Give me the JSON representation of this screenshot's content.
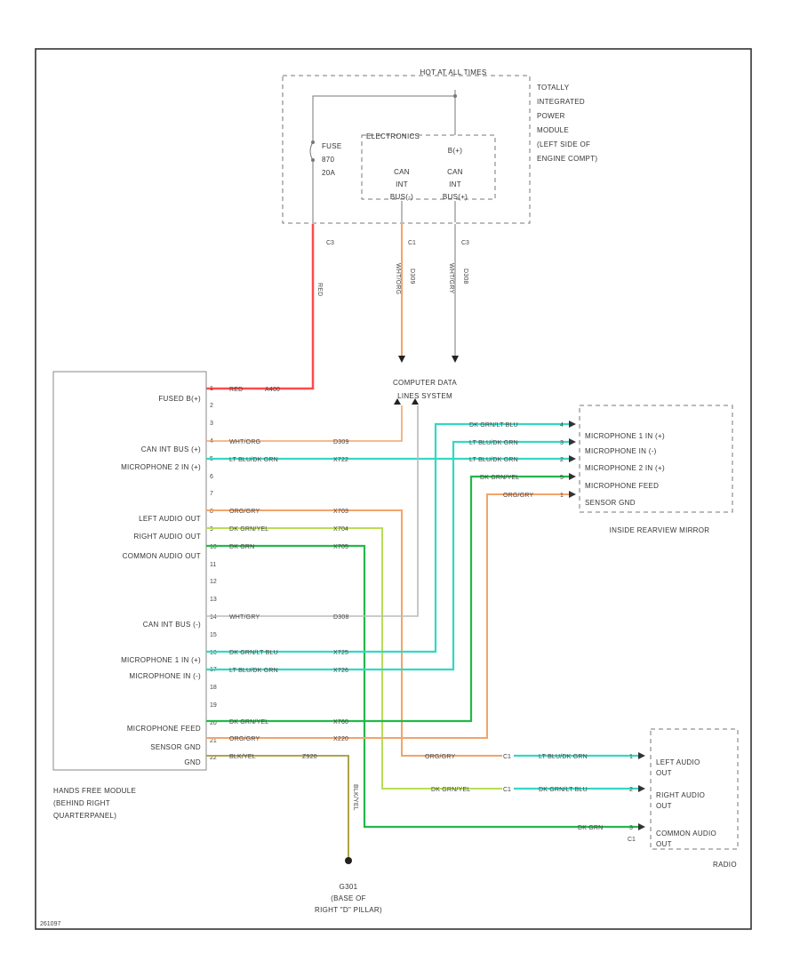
{
  "colors": {
    "red": "#ff4a4a",
    "orange": "#f2a46a",
    "gray": "#bbbbbb",
    "cyan": "#33d8c4",
    "darkgreen": "#23b84a",
    "yellowgreen": "#b9dd56",
    "olive": "#b0a448",
    "black": "#444444"
  },
  "tipm": {
    "header": "HOT AT ALL TIMES",
    "title_lines": [
      "TOTALLY",
      "INTEGRATED",
      "POWER",
      "MODULE",
      "(LEFT SIDE OF",
      "ENGINE COMPT)"
    ],
    "fuse": [
      "FUSE",
      "870",
      "20A"
    ],
    "electronics": "ELECTRONICS",
    "b_plus": "B(+)",
    "can_left": [
      "CAN",
      "INT",
      "BUS(-)"
    ],
    "can_right": [
      "CAN",
      "INT",
      "BUS(+)"
    ],
    "connector_pins": [
      "C3",
      "C1",
      "C3"
    ],
    "wire_labels": [
      "RED",
      "WHT/ORG",
      "D309",
      "WHT/GRY",
      "D308"
    ]
  },
  "cds": {
    "lines": [
      "COMPUTER DATA",
      "LINES SYSTEM"
    ]
  },
  "hfm": {
    "labels": [
      "FUSED B(+)",
      "CAN INT BUS (+)",
      "MICROPHONE 2 IN (+)",
      "LEFT AUDIO OUT",
      "RIGHT AUDIO OUT",
      "COMMON AUDIO OUT",
      "CAN INT BUS (-)",
      "MICROPHONE 1 IN (+)",
      "MICROPHONE IN (-)",
      "MICROPHONE FEED",
      "SENSOR GND",
      "GND"
    ],
    "pins": [
      "1",
      "2",
      "3",
      "4",
      "5",
      "6",
      "7",
      "8",
      "9",
      "10",
      "11",
      "12",
      "13",
      "14",
      "15",
      "16",
      "17",
      "18",
      "19",
      "20",
      "21",
      "22"
    ],
    "title_lines": [
      "HANDS FREE MODULE",
      "(BEHIND RIGHT",
      "QUARTERPANEL)"
    ]
  },
  "wires": {
    "w1": [
      "RED",
      "A400"
    ],
    "w4": [
      "WHT/ORG",
      "D309"
    ],
    "w5": [
      "LT BLU/DK GRN",
      "X722"
    ],
    "w8": [
      "ORG/GRY",
      "X703"
    ],
    "w9": [
      "DK GRN/YEL",
      "X704"
    ],
    "w10": [
      "DK GRN",
      "X705"
    ],
    "w14": [
      "WHT/GRY",
      "D308"
    ],
    "w16": [
      "DK GRN/LT BLU",
      "X725"
    ],
    "w17": [
      "LT BLU/DK GRN",
      "X726"
    ],
    "w20": [
      "DK GRN/YEL",
      "X760"
    ],
    "w21": [
      "ORG/GRY",
      "X220"
    ],
    "w22": [
      "BLK/YEL",
      "Z920"
    ]
  },
  "mirror": {
    "labels": [
      "MICROPHONE 1 IN (+)",
      "MICROPHONE IN (-)",
      "MICROPHONE 2 IN (+)",
      "MICROPHONE FEED",
      "SENSOR GND"
    ],
    "wire_labels": [
      "DK GRN/LT BLU",
      "LT BLU/DK GRN",
      "LT BLU/DK GRN",
      "DK GRN/YEL",
      "ORG/GRY"
    ],
    "pins": [
      "4",
      "3",
      "2",
      "5",
      "1"
    ],
    "title": "INSIDE REARVIEW MIRROR"
  },
  "radio": {
    "left_lines": [
      "LEFT AUDIO",
      "OUT"
    ],
    "right_lines": [
      "RIGHT AUDIO",
      "OUT"
    ],
    "common_lines": [
      "COMMON AUDIO",
      "OUT"
    ],
    "wire_labels": [
      "LT BLU/DK GRN",
      "DK GRN/LT BLU",
      "DK GRN"
    ],
    "pins": [
      "1",
      "2",
      "3"
    ],
    "connector": "C1",
    "title": "RADIO"
  },
  "radio_splice": {
    "labels": [
      "ORG/GRY",
      "DK GRN/YEL"
    ],
    "pins": [
      "C1",
      "C1"
    ]
  },
  "ground": {
    "wire_label": "BLK/YEL",
    "lines": [
      "G301",
      "(BASE OF",
      "RIGHT \"D\" PILLAR)"
    ]
  },
  "footer": {
    "code": "261097"
  }
}
